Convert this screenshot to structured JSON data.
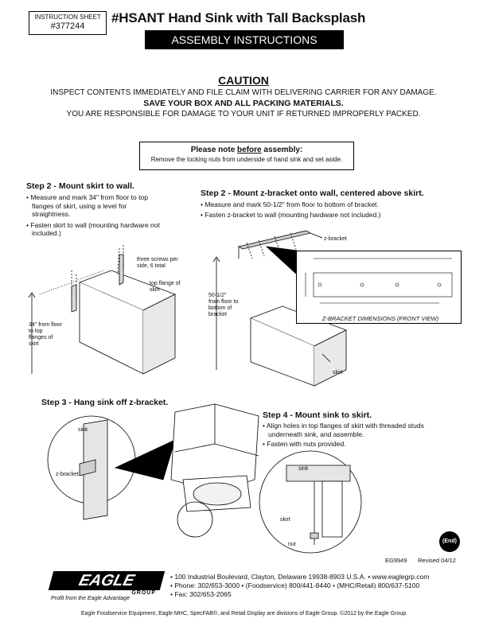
{
  "header": {
    "sheet_label": "INSTRUCTION SHEET",
    "sheet_number": "#377244",
    "title": "#HSANT Hand Sink with Tall Backsplash",
    "subtitle": "ASSEMBLY INSTRUCTIONS"
  },
  "caution": {
    "heading": "CAUTION",
    "line1": "INSPECT CONTENTS IMMEDIATELY AND FILE CLAIM WITH DELIVERING CARRIER FOR ANY DAMAGE.",
    "line2": "SAVE YOUR BOX AND ALL PACKING MATERIALS.",
    "line3": "YOU ARE RESPONSIBLE FOR DAMAGE TO YOUR UNIT IF RETURNED IMPROPERLY PACKED."
  },
  "note": {
    "prefix": "Please note ",
    "emph": "before",
    "suffix": " assembly:",
    "text": "Remove the locking nuts from underside of hand sink and set aside."
  },
  "step1": {
    "heading": "Step 2 - Mount skirt to wall.",
    "bullets": [
      "• Measure and mark 34\" from floor to top flanges of skirt, using a level for straightness.",
      "• Fasten skirt to wall (mounting hardware not included.)"
    ],
    "labels": {
      "screws": "three screws per side, 6 total",
      "flange": "top flange of skirt",
      "height": "34\" from floor to top flanges of skirt"
    }
  },
  "step2": {
    "heading": "Step 2 - Mount z-bracket onto wall, centered above skirt.",
    "bullets": [
      "• Measure and mark 50-1/2\" from floor to bottom of bracket.",
      "• Fasten z-bracket to wall (mounting hardware not included.)"
    ],
    "labels": {
      "zbracket": "z-bracket",
      "height": "50-1/2\" from floor to bottom of bracket",
      "skirt": "skirt",
      "dims_caption": "Z-BRACKET DIMENSIONS (FRONT VIEW)"
    }
  },
  "step3": {
    "heading": "Step 3 - Hang sink off z-bracket.",
    "labels": {
      "sink": "sink",
      "zbracket": "z-bracket"
    }
  },
  "step4": {
    "heading": "Step 4 - Mount sink to skirt.",
    "bullets": [
      "• Align holes in top flanges of skirt with threaded studs underneath sink, and assemble.",
      "• Fasten with nuts provided."
    ],
    "labels": {
      "sink": "sink",
      "skirt": "skirt",
      "nut": "nut"
    }
  },
  "end_badge": "(End)",
  "doc_code": "EG9949",
  "revised": "Revised 04/12",
  "logo": {
    "word": "EAGLE",
    "group": "GROUP",
    "tagline": "Profit from the Eagle Advantage"
  },
  "contact": {
    "address": "• 100 Industrial Boulevard, Clayton, Delaware 19938-8903 U.S.A. • www.eaglegrp.com",
    "phone": "• Phone: 302/653-3000 • (Foodservice) 800/441-8440 • (MHC/Retail) 800/637-5100",
    "fax": "• Fax: 302/653-2065"
  },
  "footer": "Eagle Foodservice Equipment, Eagle MHC, SpecFAB®, and Retail Display are divisions of Eagle Group. ©2012 by the Eagle Group",
  "colors": {
    "ink": "#000000",
    "banner": "#000000",
    "shade": "#cfcfcf"
  }
}
